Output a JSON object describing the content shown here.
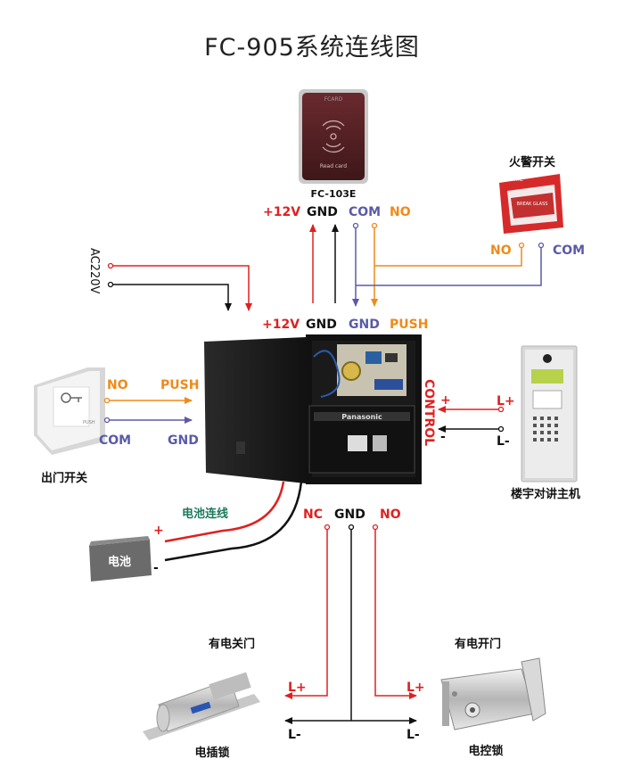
{
  "title": "FC-905系统连线图",
  "reader": {
    "model": "FC-103E",
    "card_text": "Read card",
    "brand_text": "FCARD"
  },
  "reader_terminals": {
    "v12": "+12V",
    "gnd": "GND",
    "com": "COM",
    "no": "NO"
  },
  "controller_top_terminals": {
    "v12": "+12V",
    "gnd": "GND",
    "gnd2": "GND",
    "push": "PUSH"
  },
  "fire_alarm": {
    "label": "火警开关",
    "no": "NO",
    "com": "COM",
    "glass_text": "BREAK GLASS",
    "fire_text": "FIRE"
  },
  "power_input": {
    "label": "AC220V"
  },
  "exit_button": {
    "label": "出门开关",
    "no": "NO",
    "com": "COM",
    "push": "PUSH",
    "gnd": "GND",
    "plate_text": "PUSH"
  },
  "intercom": {
    "label": "楼宇对讲主机",
    "control": "CONTROL",
    "plus": "+",
    "minus": "-",
    "l_plus": "L+",
    "l_minus": "L-"
  },
  "battery": {
    "label": "电池",
    "wire_label": "电池连线",
    "plus": "+",
    "minus": "-",
    "brand_text": "Panasonic"
  },
  "lock_terminals": {
    "nc": "NC",
    "gnd": "GND",
    "no": "NO"
  },
  "bolt_lock": {
    "caption": "有电关门",
    "label": "电插锁",
    "l_plus": "L+",
    "l_minus": "L-"
  },
  "rim_lock": {
    "caption": "有电开门",
    "label": "电控锁",
    "l_plus": "L+",
    "l_minus": "L-"
  },
  "colors": {
    "red": "#e02020",
    "black": "#111111",
    "blue": "#5a5aa8",
    "orange": "#ef8a1a",
    "green": "#1c7a5a"
  }
}
